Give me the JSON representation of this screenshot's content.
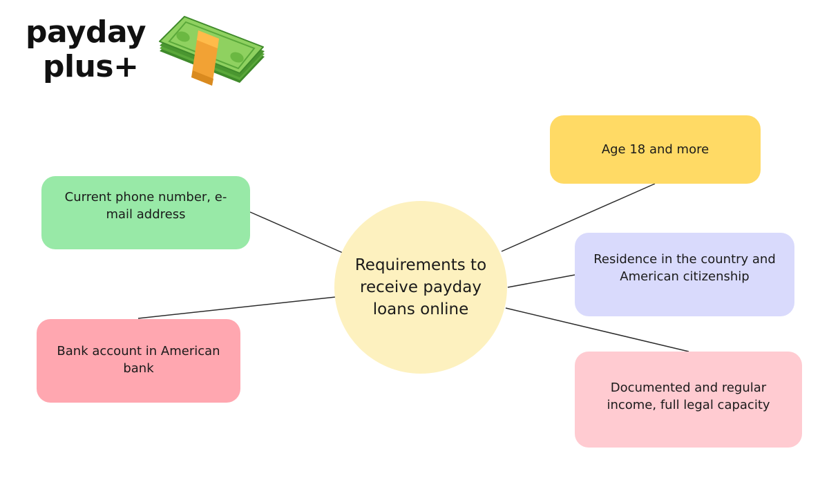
{
  "logo": {
    "line1": "payday",
    "line2": "plus+",
    "icon": "money-stack-icon"
  },
  "diagram": {
    "center": "Requirements to receive payday loans online",
    "nodes": {
      "phone": "Current phone number, e-mail address",
      "bank": "Bank account in American bank",
      "age": "Age 18 and more",
      "residence": "Residence in the country and American citizenship",
      "income": "Documented and regular income, full legal capacity"
    }
  },
  "colors": {
    "center": "#fdf1bf",
    "phone": "#98e9a7",
    "bank": "#ffa7b0",
    "age": "#ffda65",
    "residence": "#d9dafc",
    "income": "#ffcbd1",
    "connector": "#2b2b2b"
  }
}
